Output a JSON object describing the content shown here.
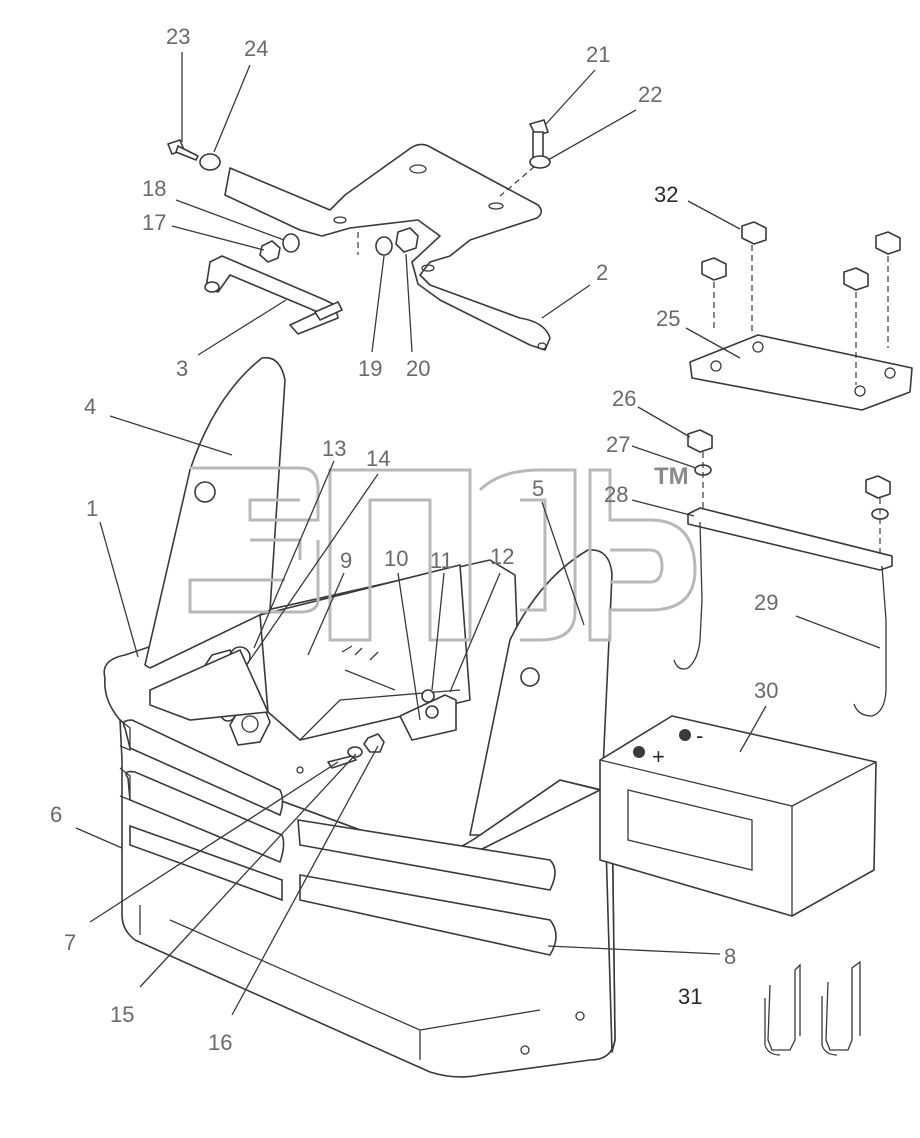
{
  "callouts": {
    "c1": "1",
    "c2": "2",
    "c3": "3",
    "c4": "4",
    "c5": "5",
    "c6": "6",
    "c7": "7",
    "c8": "8",
    "c9": "9",
    "c10": "10",
    "c11": "11",
    "c12": "12",
    "c13": "13",
    "c14": "14",
    "c15": "15",
    "c16": "16",
    "c17": "17",
    "c18": "18",
    "c19": "19",
    "c20": "20",
    "c21": "21",
    "c22": "22",
    "c23": "23",
    "c24": "24",
    "c25": "25",
    "c26": "26",
    "c27": "27",
    "c28": "28",
    "c29": "29",
    "c30": "30",
    "c31": "31",
    "c32": "32"
  },
  "battery": {
    "plus": "+",
    "minus": "-"
  },
  "watermark": {
    "trademark": "TM"
  },
  "colors": {
    "line": "#3a3a3a",
    "label": "#6a6a6a",
    "watermark": "#b9b9b9"
  }
}
